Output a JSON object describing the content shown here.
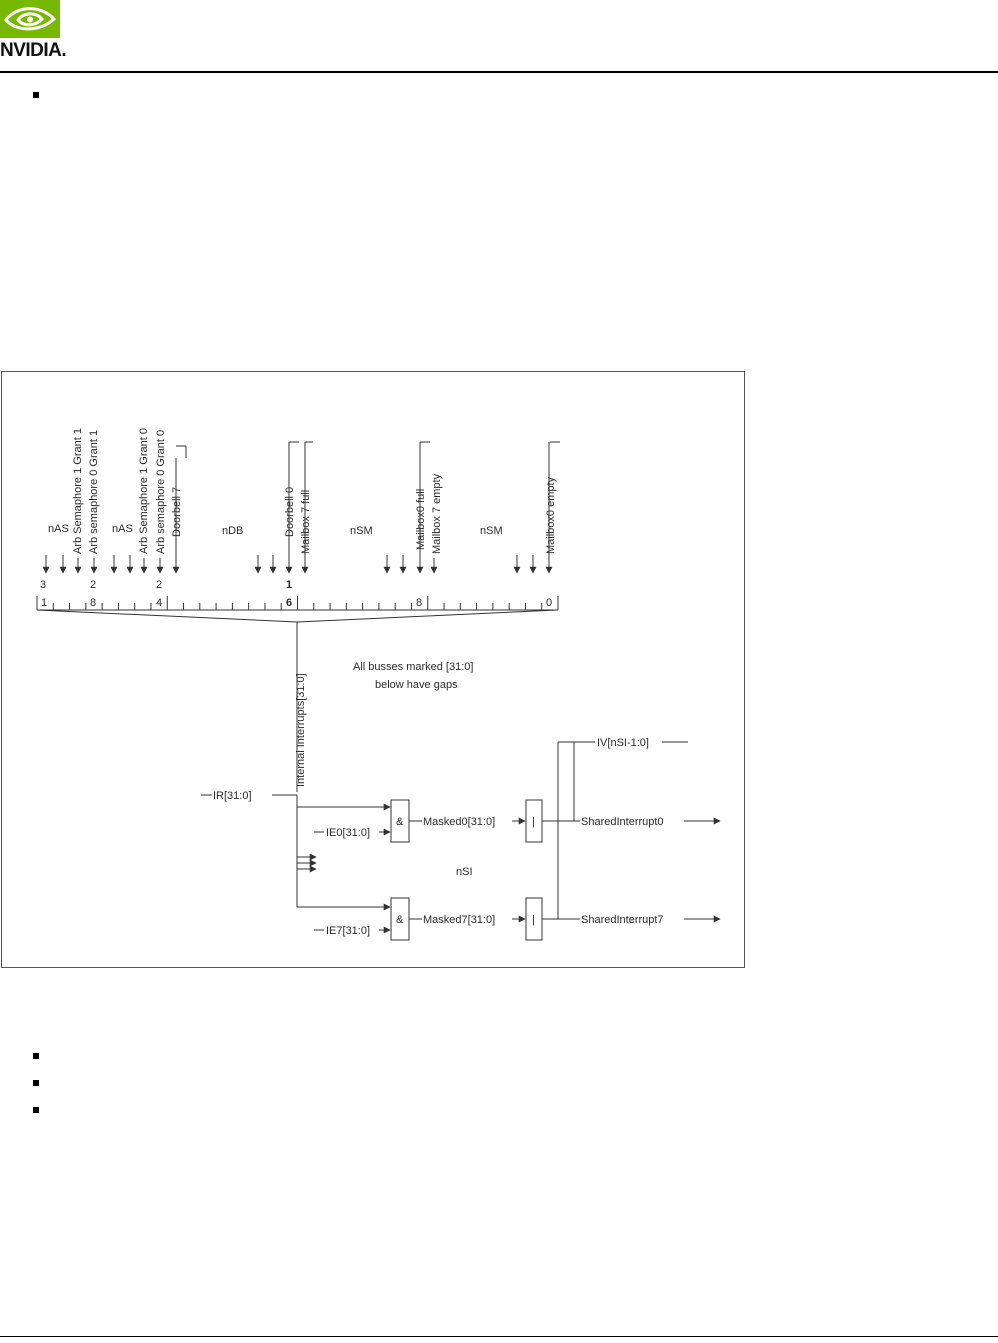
{
  "header": {
    "brand": "NVIDIA.",
    "logo_icon": "nvidia-eye-icon",
    "brand_color": "#76b900"
  },
  "diagram": {
    "group_labels": [
      "nAS",
      "nAS",
      "nDB",
      "nSM",
      "nSM"
    ],
    "signals": [
      "Arb Semaphore 1 Grant 1",
      "Arb semaphore 0 Grant 1",
      "Arb Semaphore 1 Grant 0",
      "Arb semaphore 0 Grant 0",
      "Doorbell 7",
      "Doorbell 0",
      "Mailbox 7 full",
      "Mailbox0 full",
      "Mailbox 7 empty",
      "Mailbox0 empty"
    ],
    "bit_numbers_top": [
      "3",
      "2",
      "2",
      "1"
    ],
    "bit_numbers_bottom": [
      "1",
      "8",
      "4",
      "6",
      "8",
      "0"
    ],
    "bus_label": "Internal Interrupts[31:0]",
    "note_line1": "All busses marked [31:0]",
    "note_line2": "below have gaps",
    "ir_label": "IR[31:0]",
    "ie0_label": "IE0[31:0]",
    "ie7_label": "IE7[31:0]",
    "and_symbol": "&",
    "or_symbol": "|",
    "masked0_label": "Masked0[31:0]",
    "masked7_label": "Masked7[31:0]",
    "nsi_label": "nSI",
    "iv_label": "IV[nSI-1:0]",
    "shared0_label": "SharedInterrupt0",
    "shared7_label": "SharedInterrupt7"
  }
}
